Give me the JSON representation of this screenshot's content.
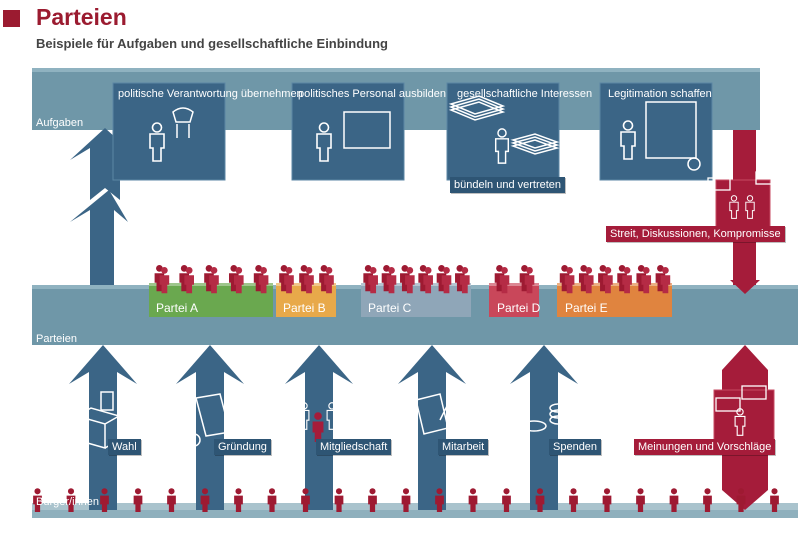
{
  "header": {
    "title": "Parteien",
    "subtitle": "Beispiele für Aufgaben und gesellschaftliche Einbindung"
  },
  "levels": {
    "aufgaben": "Aufgaben",
    "parteien": "Parteien",
    "buerger": "Bürger/innen"
  },
  "tasks": [
    {
      "label": "politische Verantwortung übernehmen",
      "icon": "eagle-podium-icon"
    },
    {
      "label": "politisches Personal ausbilden",
      "icon": "blackboard-teacher-icon"
    },
    {
      "label": "gesellschaftliche Interessen",
      "sublabel": "bündeln und vertreten",
      "icon": "paper-stacks-icon"
    },
    {
      "label": "Legitimation schaffen",
      "icon": "certificate-icon"
    }
  ],
  "parties": [
    {
      "label": "Partei A",
      "color": "#6aa84f"
    },
    {
      "label": "Partei B",
      "color": "#e8a94a"
    },
    {
      "label": "Partei C",
      "color": "#8fa6b8"
    },
    {
      "label": "Partei D",
      "color": "#c9475a"
    },
    {
      "label": "Partei E",
      "color": "#e0843f"
    }
  ],
  "inputs": [
    {
      "label": "Wahl",
      "icon": "ballot-box-icon"
    },
    {
      "label": "Gründung",
      "icon": "founding-document-icon"
    },
    {
      "label": "Mitgliedschaft",
      "icon": "members-group-icon"
    },
    {
      "label": "Mitarbeit",
      "icon": "pen-paper-icon"
    },
    {
      "label": "Spenden",
      "icon": "coins-icon"
    }
  ],
  "feedback": {
    "upper": "Streit, Diskussionen, Kompromisse",
    "lower": "Meinungen und Vorschläge"
  },
  "colors": {
    "title": "#9b1b30",
    "band": "#6f97a8",
    "band_light": "#a9c3cd",
    "arrow": "#3b6586",
    "arrow_dark": "#2e5574",
    "red": "#a51c3a",
    "citizen": "#9e1a32"
  }
}
